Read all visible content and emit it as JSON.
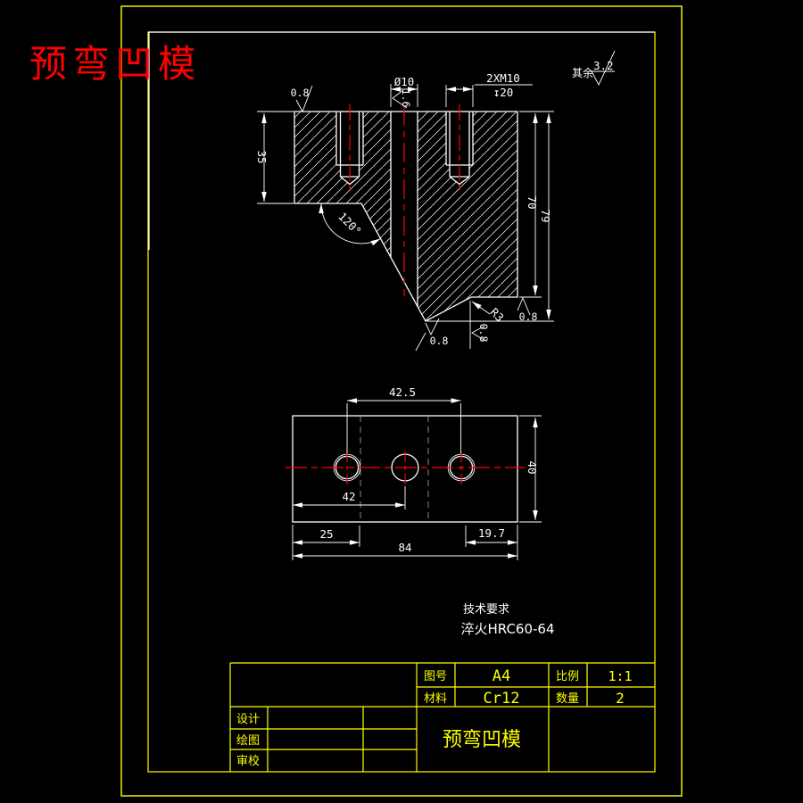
{
  "drawing_title_overlay": "预弯凹模",
  "general_roughness": {
    "label": "其余",
    "value": "3.2"
  },
  "section_view": {
    "height_left": "35",
    "bore_dia": "Ø10",
    "bore_roughness": "1.6",
    "thread_callout": "2XM10",
    "thread_depth": "↧20",
    "angle": "120°",
    "step_height": "70",
    "total_height": "79",
    "fillet": "R3",
    "roughness_top": "0.8",
    "roughness_tip": "0.8",
    "roughness_flank": "0.8",
    "roughness_step": "0.8"
  },
  "plan_view": {
    "hole_spacing": "42.5",
    "width": "40",
    "center_hole_offset": "42",
    "groove_offset": "25",
    "edge_offset": "19.7",
    "length": "84"
  },
  "technical_requirements": {
    "heading": "技术要求",
    "line1": "淬火HRC60-64"
  },
  "title_block": {
    "drawing_no_label": "图号",
    "drawing_no": "A4",
    "scale_label": "比例",
    "scale": "1:1",
    "material_label": "材料",
    "material": "Cr12",
    "qty_label": "数量",
    "qty": "2",
    "designed_label": "设计",
    "drawn_label": "绘图",
    "checked_label": "审校",
    "part_name": "预弯凹模"
  },
  "colors": {
    "background": "#000000",
    "frame_outer": "#ffff00",
    "frame_inner_top": "#ffffff",
    "drawing_lines": "#ffffff",
    "center_lines": "#ff0000",
    "hidden_lines": "#8a8a8a",
    "overlay_title": "#ff0000",
    "title_block_text": "#ffff00"
  }
}
